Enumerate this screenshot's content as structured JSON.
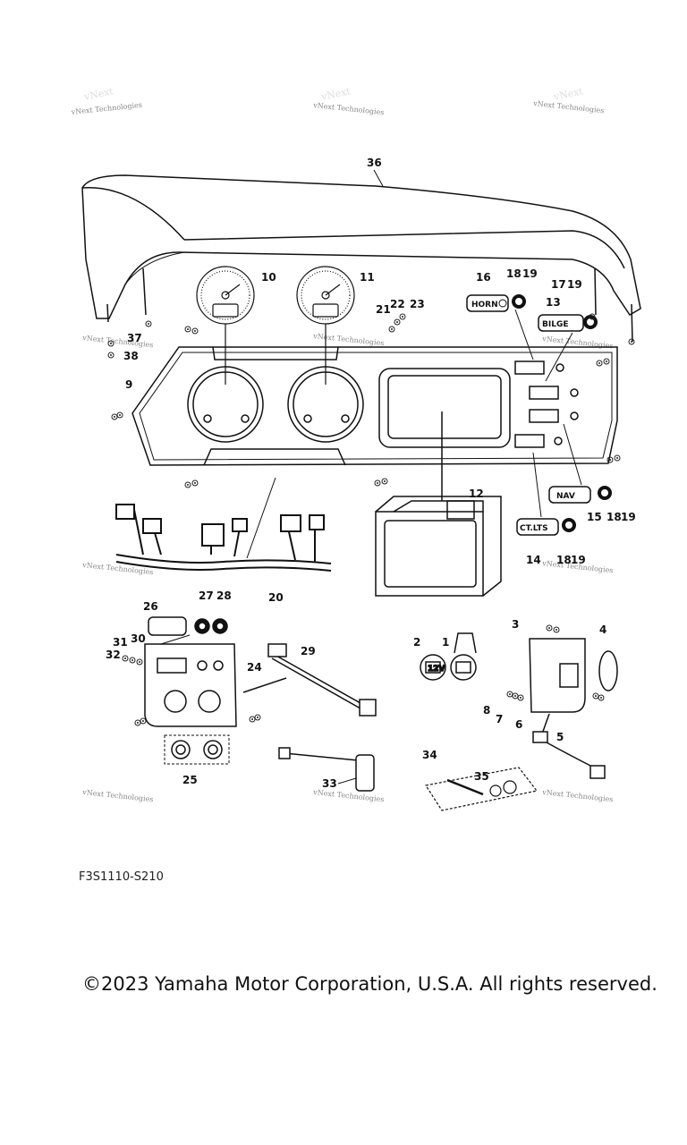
{
  "diagram": {
    "code": "F3S1110-S210",
    "copyright": "©2023 Yamaha Motor Corporation, U.S.A. All rights reserved.",
    "watermark": "vNext Technologies",
    "callouts": [
      "36",
      "10",
      "11",
      "16",
      "18",
      "19",
      "17",
      "19",
      "13",
      "21",
      "22",
      "23",
      "37",
      "38",
      "9",
      "12",
      "15",
      "18",
      "19",
      "14",
      "18",
      "19",
      "20",
      "27",
      "28",
      "26",
      "31",
      "30",
      "32",
      "24",
      "29",
      "3",
      "4",
      "2",
      "1",
      "8",
      "7",
      "6",
      "5",
      "25",
      "34",
      "35",
      "33"
    ],
    "button_labels": {
      "horn": "HORN",
      "bilge": "BILGE",
      "nav": "NAV",
      "ct_lts": "CT.LTS"
    },
    "socket_label": "12V"
  }
}
